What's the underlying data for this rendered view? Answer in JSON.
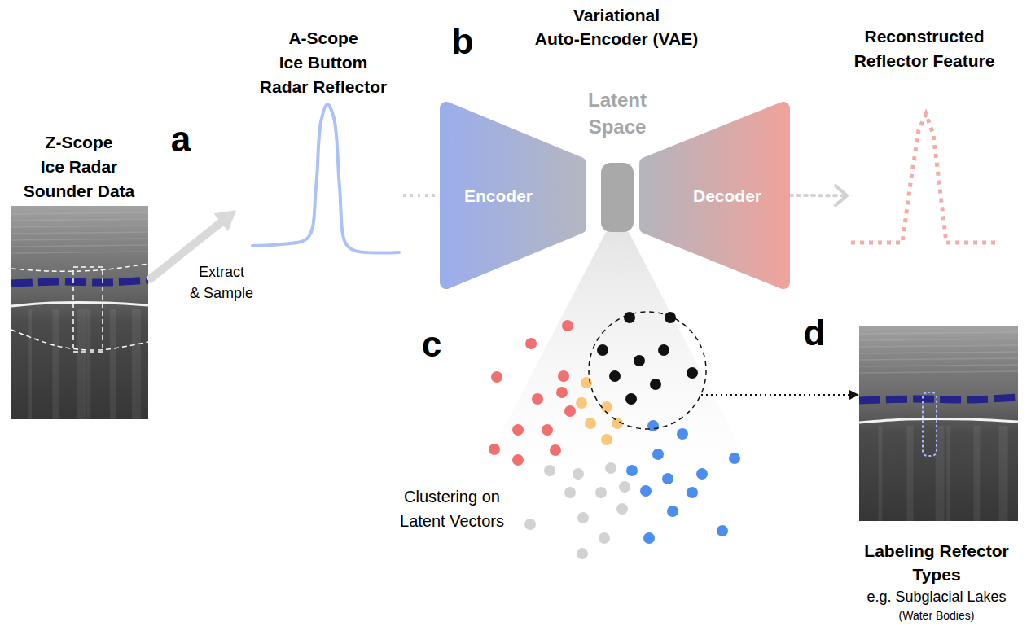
{
  "diagram": {
    "nodes": [
      {
        "text": [
          "Z-Scope Ice Radar Sounder Data"
        ]
      },
      {
        "text": [
          "A-Scope Ice Buttom Radar Reflector"
        ]
      },
      {
        "text": [
          "Encoder"
        ]
      },
      {
        "text": [
          "Latent Space"
        ]
      },
      {
        "text": [
          "Decoder"
        ]
      },
      {
        "text": [
          "Reconstructed Reflector Feature"
        ]
      },
      {
        "text": [
          "Clustering on Latent Vectors"
        ]
      },
      {
        "text": [
          "Labeling Refector Types",
          "e.g. Subglacial Lakes",
          "(Water Bodies)"
        ]
      }
    ],
    "edges": [
      {
        "from": 0,
        "to": 1,
        "arrow": "to",
        "label": "Extract & Sample"
      },
      {
        "from": 1,
        "to": 2,
        "arrow": "none"
      },
      {
        "from": 4,
        "to": 5,
        "arrow": "to"
      },
      {
        "from": 6,
        "to": 7,
        "arrow": "to"
      }
    ],
    "labels": [
      "a",
      "b",
      "c",
      "d",
      "Variational Auto-Encoder (VAE)"
    ]
  }
}
